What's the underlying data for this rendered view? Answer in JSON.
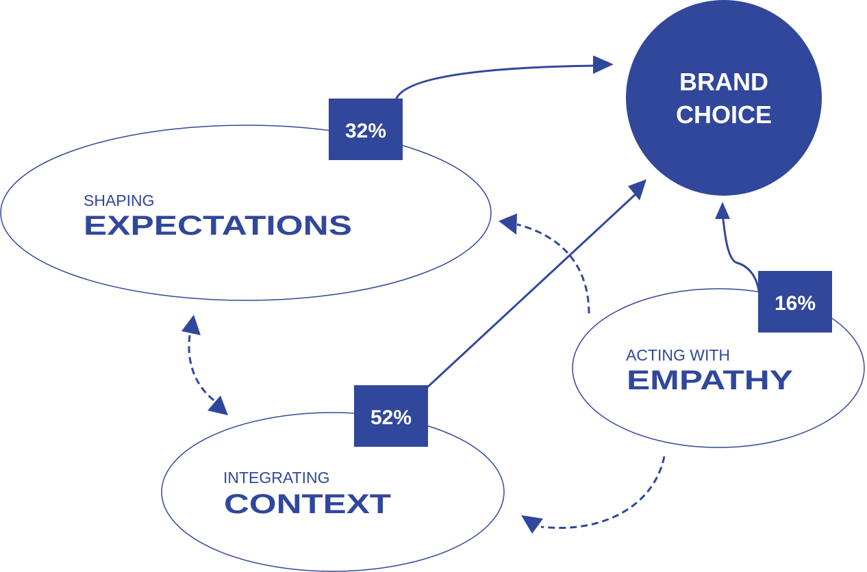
{
  "colors": {
    "primary": "#30479b",
    "background": "#ffffff"
  },
  "target": {
    "line1": "BRAND",
    "line2": "CHOICE"
  },
  "nodes": [
    {
      "id": "expectations",
      "small_label": "SHAPING",
      "big_label": "EXPECTATIONS"
    },
    {
      "id": "context",
      "small_label": "INTEGRATING",
      "big_label": "CONTEXT"
    },
    {
      "id": "empathy",
      "small_label": "ACTING WITH",
      "big_label": "EMPATHY"
    }
  ],
  "percentages": {
    "expectations": "32%",
    "context": "52%",
    "empathy": "16%"
  },
  "edges": [
    {
      "from": "expectations",
      "to": "brand-choice",
      "style": "solid",
      "weight": "32%"
    },
    {
      "from": "context",
      "to": "brand-choice",
      "style": "solid",
      "weight": "52%"
    },
    {
      "from": "empathy",
      "to": "brand-choice",
      "style": "solid",
      "weight": "16%"
    },
    {
      "from": "empathy",
      "to": "expectations",
      "style": "dashed"
    },
    {
      "from": "empathy",
      "to": "context",
      "style": "dashed"
    },
    {
      "from": "expectations",
      "to": "context",
      "style": "dashed-bidirectional"
    }
  ]
}
